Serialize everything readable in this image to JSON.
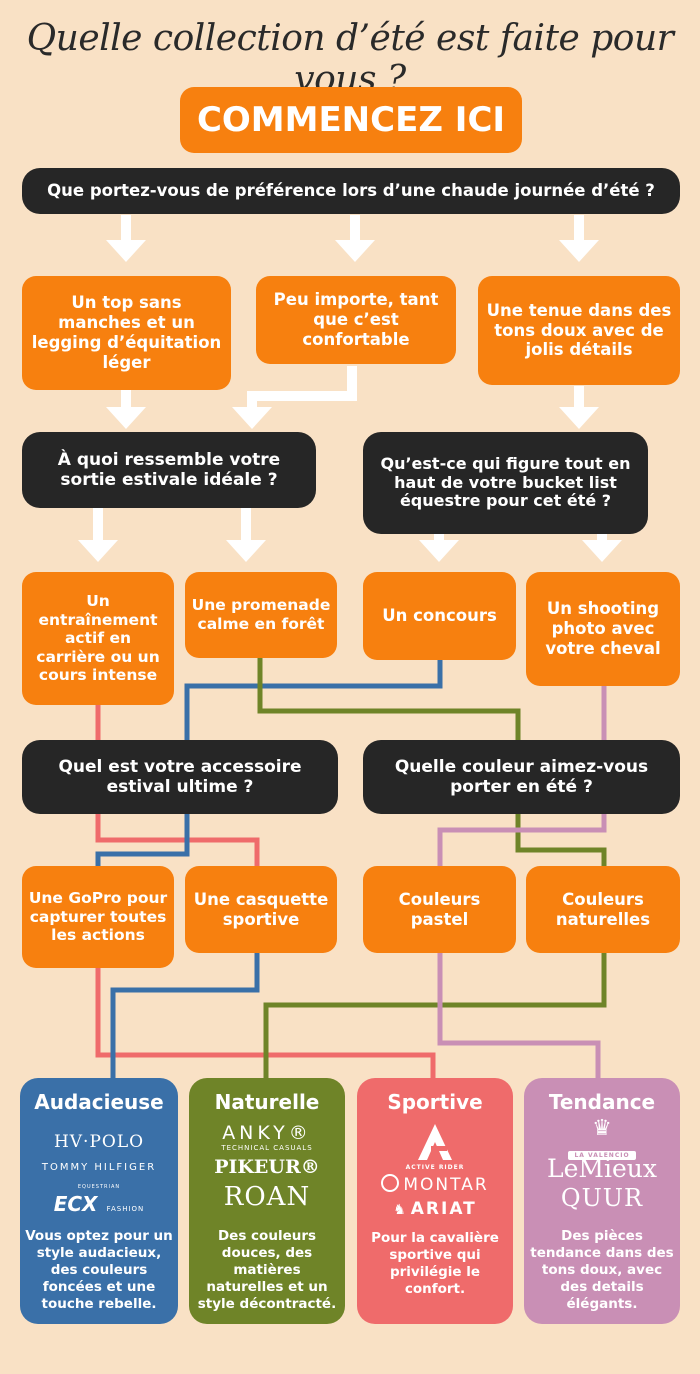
{
  "title": "Quelle collection d’été est faite pour vous ?",
  "start": "COMMENCEZ ICI",
  "q1": "Que portez-vous de préférence lors d’une chaude journée d’été ?",
  "q1_options": [
    "Un top sans manches et un legging d’équitation léger",
    "Peu importe, tant que c’est confortable",
    "Une tenue dans des tons doux avec de jolis détails"
  ],
  "q2a": "À quoi ressemble votre sortie estivale idéale ?",
  "q2b": "Qu’est-ce qui figure tout en haut de votre bucket list équestre pour cet été ?",
  "q2_options": [
    "Un entraînement actif en carrière ou un cours intense",
    "Une promenade calme en forêt",
    "Un concours",
    "Un shooting photo avec votre cheval"
  ],
  "q3a": "Quel est votre accessoire estival ultime ?",
  "q3b": "Quelle couleur aimez-vous porter en été ?",
  "q3_options": [
    "Une GoPro pour capturer toutes les actions",
    "Une casquette sportive",
    "Couleurs pastel",
    "Couleurs naturelles"
  ],
  "results": [
    {
      "title": "Audacieuse",
      "brands": [
        "HV·POLO",
        "TOMMY HILFIGER",
        "EQUESTRIAN",
        "ECX",
        "FASHION"
      ],
      "desc": "Vous optez pour un style audacieux, des couleurs foncées et une touche rebelle.",
      "color": "#3a70a8"
    },
    {
      "title": "Naturelle",
      "brands": [
        "ANKY®",
        "TECHNICAL CASUALS",
        "PIKEUR®",
        "ROAN"
      ],
      "desc": "Des couleurs douces, des matières naturelles et un style décontracté.",
      "color": "#6f8428"
    },
    {
      "title": "Sportive",
      "brands": [
        "ACTIVE RIDER",
        "MONTAR",
        "ARIAT"
      ],
      "desc": "Pour la cavalière sportive qui privilégie le confort.",
      "color": "#ef6b6b"
    },
    {
      "title": "Tendance",
      "brands": [
        "LA VALENCIO",
        "LeMieux",
        "QUUR"
      ],
      "desc": "Des pièces tendance dans des tons doux, avec des details élégants.",
      "color": "#c98fb5"
    }
  ],
  "colors": {
    "background": "#f9e1c5",
    "orange": "#f7800f",
    "dark": "#262626",
    "blue": "#3a70a8",
    "green": "#6f8428",
    "red": "#ef6b6b",
    "pink": "#c98fb5"
  }
}
